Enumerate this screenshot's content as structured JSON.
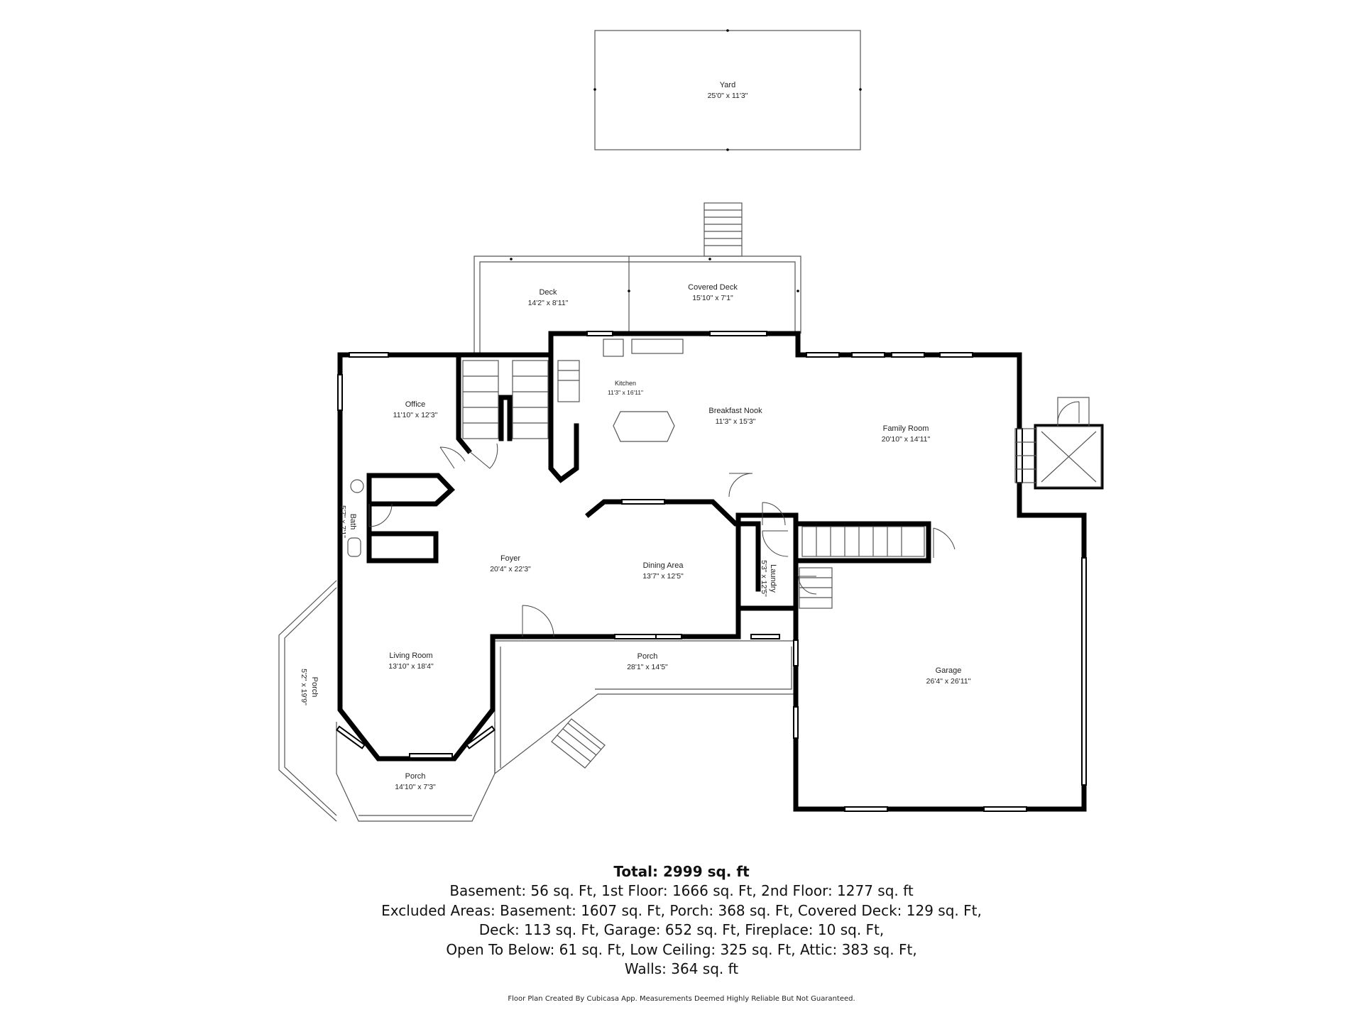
{
  "rooms": {
    "yard": {
      "name": "Yard",
      "dim": "25'0\" x 11'3\""
    },
    "deck": {
      "name": "Deck",
      "dim": "14'2\" x 8'11\""
    },
    "covered_deck": {
      "name": "Covered Deck",
      "dim": "15'10\" x 7'1\""
    },
    "office": {
      "name": "Office",
      "dim": "11'10\" x 12'3\""
    },
    "kitchen": {
      "name": "Kitchen",
      "dim": "11'3\" x 16'11\""
    },
    "breakfast_nook": {
      "name": "Breakfast Nook",
      "dim": "11'3\" x 15'3\""
    },
    "family_room": {
      "name": "Family Room",
      "dim": "20'10\" x 14'11\""
    },
    "bath": {
      "name": "Bath",
      "dim": "5'7\" x 7'1\""
    },
    "foyer": {
      "name": "Foyer",
      "dim": "20'4\" x 22'3\""
    },
    "dining_area": {
      "name": "Dining Area",
      "dim": "13'7\" x 12'5\""
    },
    "laundry": {
      "name": "Laundry",
      "dim": "5'3\" x 12'5\""
    },
    "living_room": {
      "name": "Living Room",
      "dim": "13'10\" x 18'4\""
    },
    "porch_front": {
      "name": "Porch",
      "dim": "28'1\" x 14'5\""
    },
    "porch_side": {
      "name": "Porch",
      "dim": "5'2\" x 19'9\""
    },
    "porch_bottom": {
      "name": "Porch",
      "dim": "14'10\" x 7'3\""
    },
    "garage": {
      "name": "Garage",
      "dim": "26'4\" x 26'11\""
    }
  },
  "summary": {
    "total": "Total: 2999 sq. ft",
    "lines": [
      "Basement: 56 sq. Ft, 1st Floor: 1666 sq. Ft, 2nd Floor: 1277 sq. ft",
      "Excluded Areas: Basement: 1607 sq. Ft, Porch: 368 sq. Ft, Covered Deck: 129 sq. Ft,",
      "Deck: 113 sq. Ft, Garage: 652 sq. Ft, Fireplace: 10 sq. Ft,",
      "Open To Below: 61 sq. Ft, Low Ceiling: 325 sq. Ft, Attic: 383 sq. Ft,",
      "Walls: 364 sq. ft"
    ]
  },
  "credit": "Floor Plan Created By Cubicasa App. Measurements Deemed Highly Reliable But Not Guaranteed.",
  "colors": {
    "wall": "#000000",
    "outline": "#555555",
    "background": "#ffffff"
  }
}
